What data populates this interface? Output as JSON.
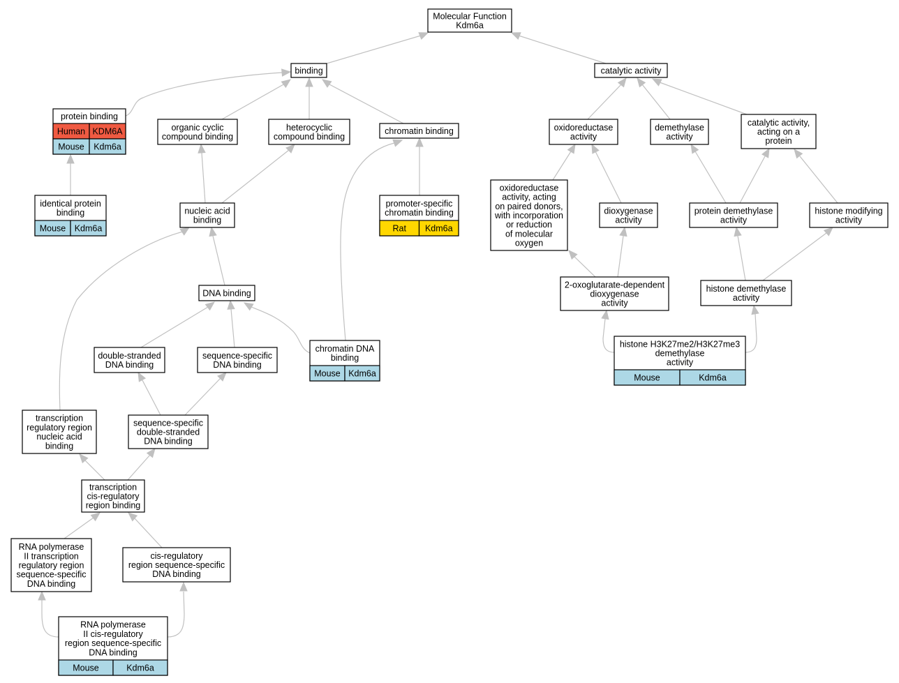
{
  "colors": {
    "human": "#f05a42",
    "mouse": "#add8e6",
    "rat": "#ffd700",
    "edge": "#c0c0c0",
    "border": "#000000"
  },
  "nodes": {
    "mf": {
      "lines": [
        "Molecular Function",
        "Kdm6a"
      ]
    },
    "binding": {
      "lines": [
        "binding"
      ]
    },
    "catalytic": {
      "lines": [
        "catalytic activity"
      ]
    },
    "protein": {
      "lines": [
        "protein binding"
      ],
      "species": [
        [
          "Human",
          "KDM6A"
        ],
        [
          "Mouse",
          "Kdm6a"
        ]
      ]
    },
    "organic": {
      "lines": [
        "organic cyclic",
        "compound binding"
      ]
    },
    "hetero": {
      "lines": [
        "heterocyclic",
        "compound binding"
      ]
    },
    "chromatin": {
      "lines": [
        "chromatin binding"
      ]
    },
    "oxred": {
      "lines": [
        "oxidoreductase",
        "activity"
      ]
    },
    "demeth": {
      "lines": [
        "demethylase",
        "activity"
      ]
    },
    "catprot": {
      "lines": [
        "catalytic activity,",
        "acting on a",
        "protein"
      ]
    },
    "identical": {
      "lines": [
        "identical protein",
        "binding"
      ],
      "species": [
        [
          "Mouse",
          "Kdm6a"
        ]
      ]
    },
    "nucleic": {
      "lines": [
        "nucleic acid",
        "binding"
      ]
    },
    "promoter": {
      "lines": [
        "promoter-specific",
        "chromatin binding"
      ],
      "species": [
        [
          "Rat",
          "Kdm6a"
        ]
      ]
    },
    "oxpaired": {
      "lines": [
        "oxidoreductase",
        "activity, acting",
        "on paired donors,",
        "with incorporation",
        "or reduction",
        "of molecular",
        "oxygen"
      ]
    },
    "dioxy": {
      "lines": [
        "dioxygenase",
        "activity"
      ]
    },
    "protdem": {
      "lines": [
        "protein demethylase",
        "activity"
      ]
    },
    "histmod": {
      "lines": [
        "histone modifying",
        "activity"
      ]
    },
    "dna": {
      "lines": [
        "DNA binding"
      ]
    },
    "oxoglut": {
      "lines": [
        "2-oxoglutarate-dependent",
        "dioxygenase",
        "activity"
      ]
    },
    "histdem": {
      "lines": [
        "histone demethylase",
        "activity"
      ]
    },
    "dsdna": {
      "lines": [
        "double-stranded",
        "DNA binding"
      ]
    },
    "seqdna": {
      "lines": [
        "sequence-specific",
        "DNA binding"
      ]
    },
    "chromdna": {
      "lines": [
        "chromatin DNA",
        "binding"
      ],
      "species": [
        [
          "Mouse",
          "Kdm6a"
        ]
      ]
    },
    "h3k27": {
      "lines": [
        "histone H3K27me2/H3K27me3",
        "demethylase",
        "activity"
      ],
      "species": [
        [
          "Mouse",
          "Kdm6a"
        ]
      ]
    },
    "trnucl": {
      "lines": [
        "transcription",
        "regulatory region",
        "nucleic acid",
        "binding"
      ]
    },
    "seqds": {
      "lines": [
        "sequence-specific",
        "double-stranded",
        "DNA binding"
      ]
    },
    "trcis": {
      "lines": [
        "transcription",
        "cis-regulatory",
        "region binding"
      ]
    },
    "rnap2tr": {
      "lines": [
        "RNA polymerase",
        "II transcription",
        "regulatory region",
        "sequence-specific",
        "DNA binding"
      ]
    },
    "cisseq": {
      "lines": [
        "cis-regulatory",
        "region sequence-specific",
        "DNA binding"
      ]
    },
    "rnap2cis": {
      "lines": [
        "RNA polymerase",
        "II cis-regulatory",
        "region sequence-specific",
        "DNA binding"
      ],
      "species": [
        [
          "Mouse",
          "Kdm6a"
        ]
      ]
    }
  }
}
